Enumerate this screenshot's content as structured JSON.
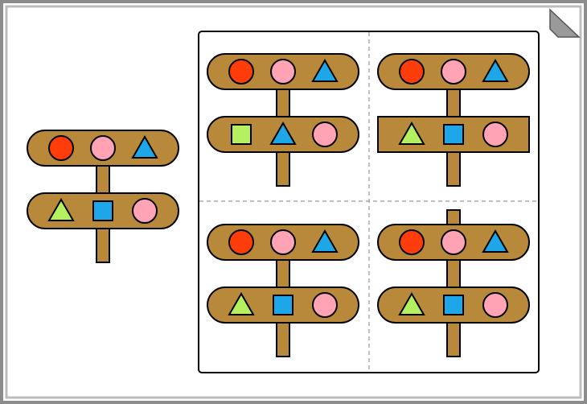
{
  "colors": {
    "frame": "#8c8c8c",
    "frame_inner": "#bdbdbd",
    "plank": "#b8893a",
    "outline": "#000000",
    "red": "#ff3d0a",
    "pink": "#ffa3b5",
    "blue": "#1ea7e8",
    "green": "#b5f060",
    "panel_border": "#000000",
    "divider": "#999999",
    "corner_fold": "#9a9a9a"
  },
  "reference_signpost": {
    "top_plank": {
      "shape": "rounded",
      "items": [
        "red-circle",
        "pink-circle",
        "blue-triangle"
      ]
    },
    "bottom_plank": {
      "shape": "rounded",
      "items": [
        "green-triangle",
        "blue-square",
        "pink-circle"
      ]
    },
    "post": "bottom"
  },
  "options": [
    {
      "id": "option-top-left",
      "top_plank": {
        "shape": "rounded",
        "items": [
          "red-circle",
          "pink-circle",
          "blue-triangle"
        ]
      },
      "bottom_plank": {
        "shape": "rounded",
        "items": [
          "green-square",
          "blue-triangle",
          "pink-circle"
        ]
      },
      "post": "bottom"
    },
    {
      "id": "option-top-right",
      "top_plank": {
        "shape": "rounded",
        "items": [
          "red-circle",
          "pink-circle",
          "blue-triangle"
        ]
      },
      "bottom_plank": {
        "shape": "rectangle",
        "items": [
          "green-triangle",
          "blue-square",
          "pink-circle"
        ]
      },
      "post": "bottom"
    },
    {
      "id": "option-bottom-left",
      "top_plank": {
        "shape": "rounded",
        "items": [
          "red-circle",
          "pink-circle",
          "blue-triangle"
        ]
      },
      "bottom_plank": {
        "shape": "rounded",
        "items": [
          "green-triangle",
          "blue-square",
          "pink-circle"
        ]
      },
      "post": "bottom"
    },
    {
      "id": "option-bottom-right",
      "top_plank": {
        "shape": "rounded",
        "items": [
          "red-circle",
          "pink-circle",
          "blue-triangle"
        ]
      },
      "bottom_plank": {
        "shape": "rounded",
        "items": [
          "green-triangle",
          "blue-square",
          "pink-circle"
        ]
      },
      "post": "top-and-bottom"
    }
  ]
}
